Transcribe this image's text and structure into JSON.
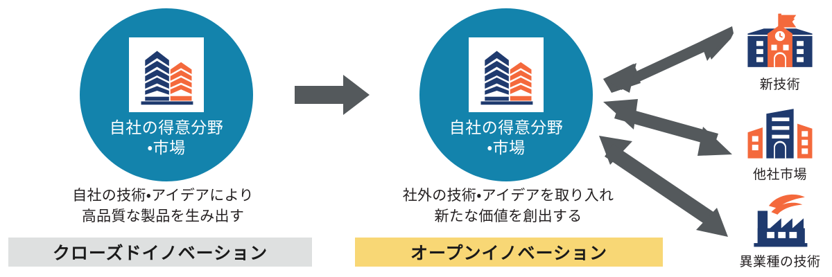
{
  "diagram": {
    "title_closed": "クローズドイノベーション",
    "title_open": "オープンイノベーション",
    "colors": {
      "circle_teal": "#1383AC",
      "arrow_gray": "#54595C",
      "navy": "#1F3A6E",
      "orange": "#F4693C",
      "banner_gray": "#DEE0E0",
      "banner_yellow": "#F8D775",
      "text_dark": "#231F20"
    }
  },
  "closed": {
    "circle_text": "自社の得意分野\n・市場",
    "icon_name": "office-buildings-icon",
    "caption": "自社の技術・アイデアにより\n高品質な製品を生み出す",
    "banner_label": "クローズドイノベーション"
  },
  "open": {
    "circle_text": "自社の得意分野\n・市場",
    "icon_name": "office-buildings-icon",
    "caption": "社外の技術・アイデアを取り入れ\n新たな価値を創出する",
    "banner_label": "オープンイノベーション"
  },
  "transition_arrow": {
    "icon_name": "right-arrow-icon",
    "direction": "right"
  },
  "partners": [
    {
      "label": "新技術",
      "icon_name": "school-building-icon",
      "arrow_name": "double-arrow-to-new-technology"
    },
    {
      "label": "他社市場",
      "icon_name": "city-buildings-icon",
      "arrow_name": "double-arrow-to-other-market"
    },
    {
      "label": "異業種の技術",
      "icon_name": "factory-icon",
      "arrow_name": "double-arrow-to-other-industry"
    }
  ]
}
